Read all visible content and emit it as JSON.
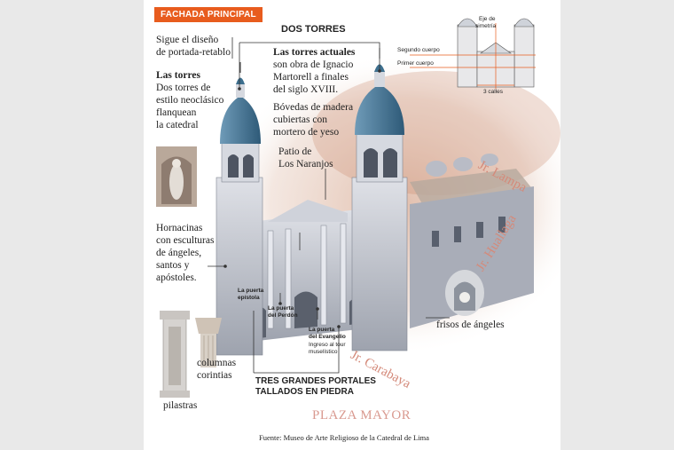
{
  "header": {
    "tag": "FACHADA PRINCIPAL",
    "title": "DOS TORRES"
  },
  "labels": {
    "retablo_1": "Sigue el diseño",
    "retablo_2": "de portada-retablo",
    "torres_title": "Las torres",
    "torres_1": "Dos torres de",
    "torres_2": "estilo neoclásico",
    "torres_3": "flanquean",
    "torres_4": "la catedral",
    "actuales_title": "Las torres actuales",
    "actuales_1": "son obra de Ignacio",
    "actuales_2": "Martorell a finales",
    "actuales_3": "del siglo XVIII.",
    "bovedas_1": "Bóvedas de madera",
    "bovedas_2": "cubiertas con",
    "bovedas_3": "mortero de yeso",
    "patio_1": "Patio de",
    "patio_2": "Los Naranjos",
    "hornacinas_1": "Hornacinas",
    "hornacinas_2": "con esculturas",
    "hornacinas_3": "de ángeles,",
    "hornacinas_4": "santos y",
    "hornacinas_5": "apóstoles.",
    "frisos": "frisos de ángeles",
    "columnas_1": "columnas",
    "columnas_2": "corintias",
    "pilastras": "pilastras",
    "puerta_epistola_1": "La puerta",
    "puerta_epistola_2": "epístola",
    "puerta_perdon_1": "La puerta",
    "puerta_perdon_2": "del Perdón",
    "puerta_evangelio_1": "La puerta",
    "puerta_evangelio_2": "del Evangelio",
    "puerta_evangelio_3": "Ingreso al tour",
    "puerta_evangelio_4": "muselístico",
    "portales_1": "TRES GRANDES PORTALES",
    "portales_2": "TALLADOS EN PIEDRA"
  },
  "mini_diagram": {
    "eje_1": "Eje de",
    "eje_2": "simetría",
    "segundo": "Segundo cuerpo",
    "primer": "Primer cuerpo",
    "calles": "3 calles"
  },
  "streets": {
    "lampa": "Jr. Lampa",
    "huallaga": "Jr. Huallaga",
    "carabaya": "Jr. Carabaya"
  },
  "plaza": "PLAZA MAYOR",
  "source": "Fuente: Museo de Arte Religioso de la Catedral de Lima",
  "colors": {
    "accent": "#e85c1e",
    "dome": "#3d6f8e",
    "stone": "#c9ccd4",
    "street": "#d48a7a"
  }
}
